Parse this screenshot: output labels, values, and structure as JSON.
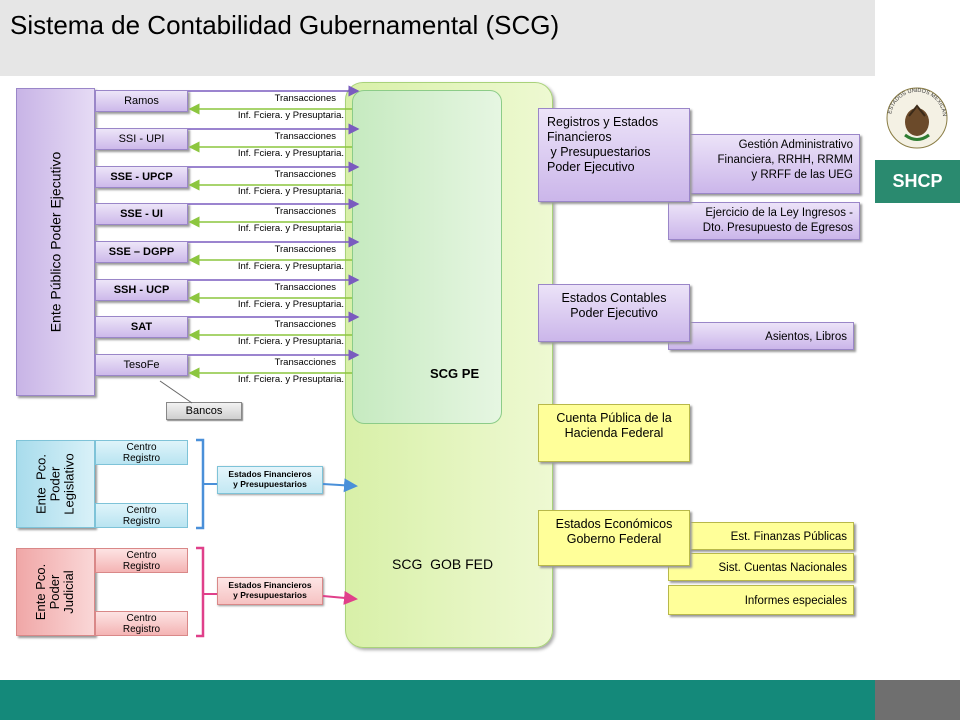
{
  "header": {
    "title": "Sistema de Contabilidad Gubernamental (SCG)"
  },
  "logo": {
    "emblem_text": "ESTADOS UNIDOS MEXICANOS",
    "brand": "SHCP"
  },
  "poder_ejecutivo": {
    "side_label": "Ente Público  Poder  Ejecutivo",
    "entities": [
      {
        "label": "Ramos",
        "arrow_out": "Transacciones",
        "arrow_in": "Inf. Fciera. y Presuptaria."
      },
      {
        "label": "SSI - UPI",
        "arrow_out": "Transacciones",
        "arrow_in": "Inf. Fciera. y Presuptaria."
      },
      {
        "label": "SSE - UPCP",
        "arrow_out": "Transacciones",
        "arrow_in": "Inf. Fciera. y Presuptaria."
      },
      {
        "label": "SSE - UI",
        "arrow_out": "Transacciones",
        "arrow_in": "Inf. Fciera. y Presuptaria."
      },
      {
        "label": "SSE – DGPP",
        "arrow_out": "Transacciones",
        "arrow_in": "Inf. Fciera. y Presuptaria."
      },
      {
        "label": "SSH - UCP",
        "arrow_out": "Transacciones",
        "arrow_in": "Inf. Fciera. y Presuptaria."
      },
      {
        "label": "SAT",
        "arrow_out": "Transacciones",
        "arrow_in": "Inf. Fciera. y Presuptaria."
      },
      {
        "label": "TesoFe",
        "arrow_out": "Transacciones",
        "arrow_in": "Inf. Fciera. y Presuptaria."
      }
    ],
    "bancos": "Bancos"
  },
  "poder_legislativo": {
    "side_label": "Ente  Pco.\nPoder\nLegislativo",
    "centro_1": "Centro\nRegistro",
    "centro_2": "Centro\nRegistro",
    "flow": "Estados Financieros\ny Presupuestarios"
  },
  "poder_judicial": {
    "side_label": "Ente Pco.\nPoder\nJudicial",
    "centro_1": "Centro\nRegistro",
    "centro_2": "Centro\nRegistro",
    "flow": "Estados Financieros\ny Presupuestarios"
  },
  "central": {
    "pe": "SCG PE",
    "gob": "SCG  GOB FED"
  },
  "right": {
    "registros": "Registros y Estados\nFinancieros\n y Presupuestarios\nPoder Ejecutivo",
    "gestion": "Gestión Administrativo\nFinanciera, RRHH, RRMM\ny RRFF de las UEG",
    "ejercicio": "Ejercicio de la Ley Ingresos -\nDto. Presupuesto de Egresos",
    "estados_contables": "Estados Contables\nPoder Ejecutivo",
    "asientos": "Asientos, Libros",
    "cuenta_publica": "Cuenta Pública de la\nHacienda Federal",
    "estados_economicos": "Estados Económicos\nGoberno Federal",
    "finanzas": "Est. Finanzas Públicas",
    "cuentas": "Sist. Cuentas Nacionales",
    "informes": "Informes especiales"
  },
  "colors": {
    "purple": "#c8b4e6",
    "green": "#d8f0a8",
    "yellow": "#ffff99",
    "teal": "#14897a",
    "blue_arrow": "#4a90d9",
    "pink_arrow": "#e0408a",
    "purple_arrow": "#7a5bbf",
    "green_arrow": "#8cc63f"
  }
}
